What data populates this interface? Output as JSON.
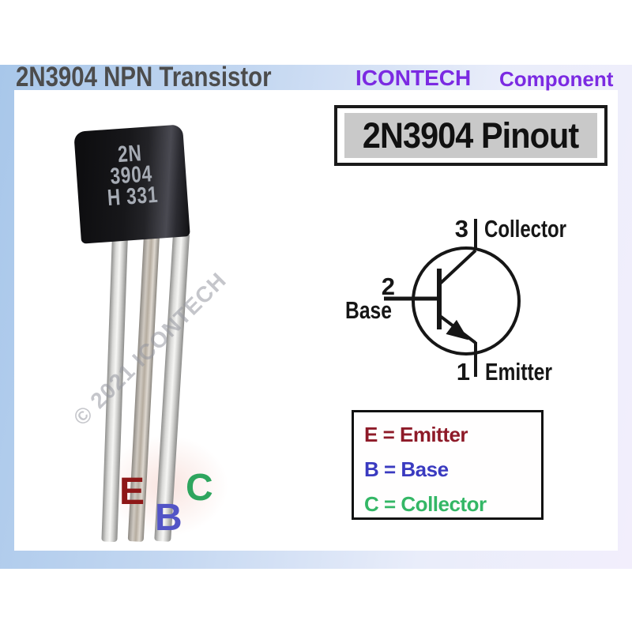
{
  "header": {
    "title": "2N3904 NPN Transistor",
    "brand": "ICONTECH",
    "brand_suffix": "Component"
  },
  "photo": {
    "body_markings": [
      "2N",
      "3904",
      "H 331"
    ],
    "watermark": "© 2021 ICONTECH",
    "leg_labels": [
      {
        "letter": "E",
        "color": "#8d1717"
      },
      {
        "letter": "B",
        "color": "#5254c6"
      },
      {
        "letter": "C",
        "color": "#2ea55e"
      }
    ]
  },
  "pinout": {
    "title": "2N3904 Pinout",
    "pins": [
      {
        "num": "3",
        "label": "Collector"
      },
      {
        "num": "2",
        "label": "Base"
      },
      {
        "num": "1",
        "label": "Emitter"
      }
    ]
  },
  "legend": {
    "items": [
      {
        "text": "E = Emitter",
        "color": "#8e1a28"
      },
      {
        "text": "B = Base",
        "color": "#3a3ac0"
      },
      {
        "text": "C = Collector",
        "color": "#34b766"
      }
    ]
  },
  "colors": {
    "frame_blue": "#a8c7ea",
    "header_title": "#4c4c4c",
    "brand_purple": "#7b2ae2",
    "pinout_title_bg": "#c9c9c9",
    "transistor_marking": "#a6abb4",
    "schematic_ink": "#161616"
  }
}
